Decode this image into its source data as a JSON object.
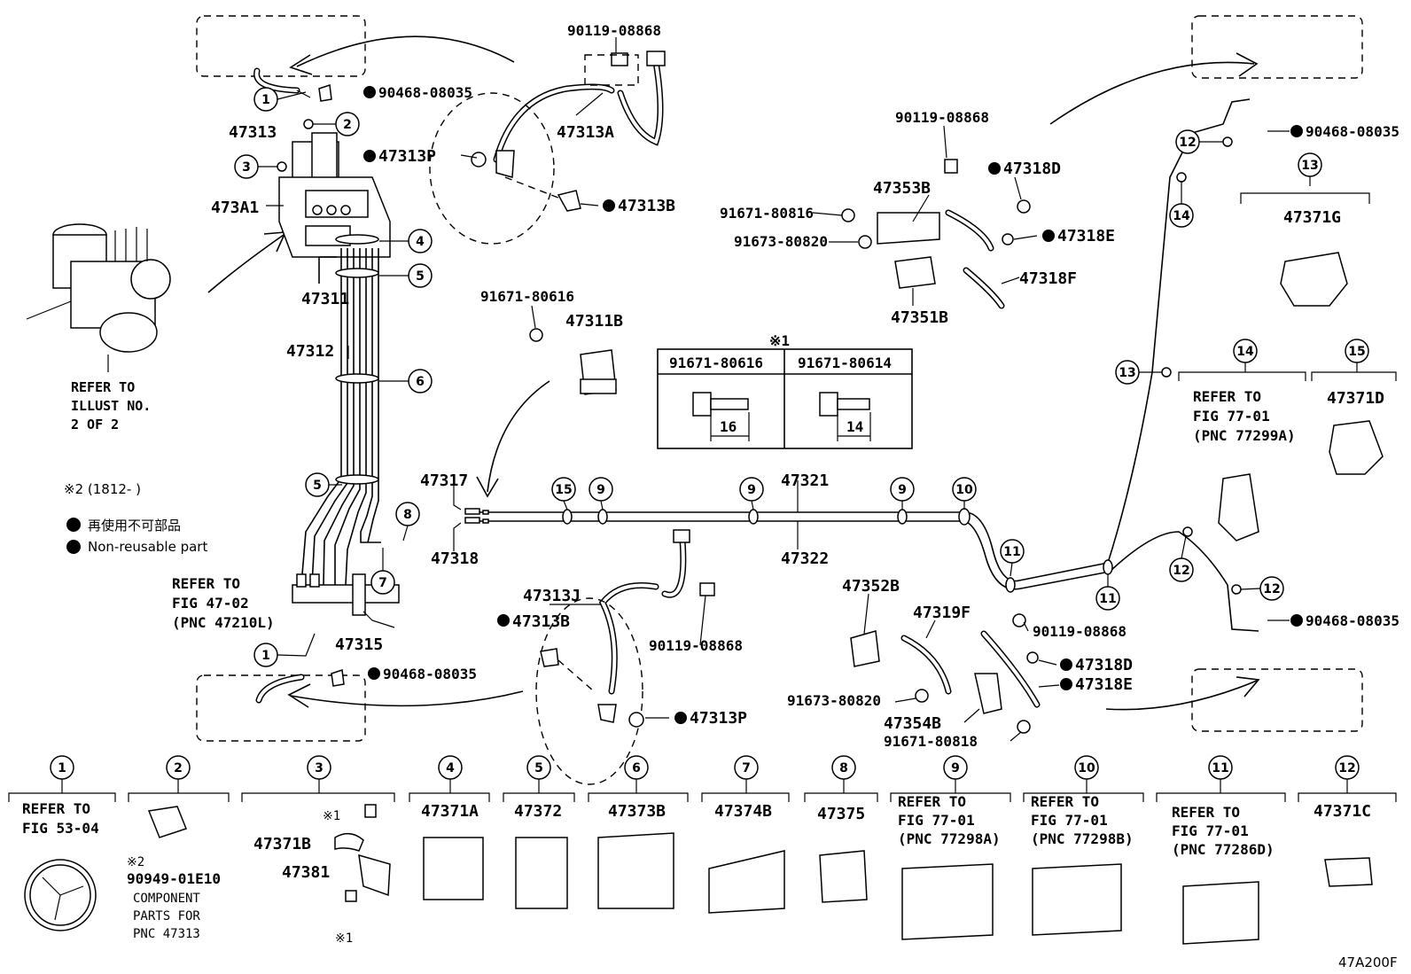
{
  "part_labels": [
    {
      "id": "p1",
      "text": "90119-08868"
    },
    {
      "id": "p2",
      "text": "90468-08035"
    },
    {
      "id": "p3",
      "text": "47313"
    },
    {
      "id": "p4",
      "text": "47313A"
    },
    {
      "id": "p5",
      "text": "47313P"
    },
    {
      "id": "p6",
      "text": "473A1"
    },
    {
      "id": "p7",
      "text": "47313B"
    },
    {
      "id": "p8",
      "text": "47311"
    },
    {
      "id": "p9",
      "text": "47312"
    },
    {
      "id": "p10",
      "text": "91671-80616"
    },
    {
      "id": "p11",
      "text": "47311B"
    },
    {
      "id": "p12",
      "text": "47317"
    },
    {
      "id": "p13",
      "text": "47318"
    },
    {
      "id": "p14",
      "text": "47321"
    },
    {
      "id": "p15",
      "text": "47322"
    },
    {
      "id": "p16",
      "text": "47315"
    },
    {
      "id": "p17",
      "text": "47313J"
    },
    {
      "id": "p18",
      "text": "47313B"
    },
    {
      "id": "p19",
      "text": "90119-08868"
    },
    {
      "id": "p20",
      "text": "90468-08035"
    },
    {
      "id": "p21",
      "text": "47313P"
    },
    {
      "id": "p22",
      "text": "90119-08868"
    },
    {
      "id": "p23",
      "text": "47318D"
    },
    {
      "id": "p24",
      "text": "47353B"
    },
    {
      "id": "p25",
      "text": "91671-80816"
    },
    {
      "id": "p26",
      "text": "91673-80820"
    },
    {
      "id": "p27",
      "text": "47318E"
    },
    {
      "id": "p28",
      "text": "47318F"
    },
    {
      "id": "p29",
      "text": "47351B"
    },
    {
      "id": "p30",
      "text": "47352B"
    },
    {
      "id": "p31",
      "text": "47319F"
    },
    {
      "id": "p32",
      "text": "90119-08868"
    },
    {
      "id": "p33",
      "text": "47318D"
    },
    {
      "id": "p34",
      "text": "47318E"
    },
    {
      "id": "p35",
      "text": "91673-80820"
    },
    {
      "id": "p36",
      "text": "47354B"
    },
    {
      "id": "p37",
      "text": "91671-80818"
    },
    {
      "id": "p38",
      "text": "90468-08035"
    },
    {
      "id": "p39",
      "text": "90468-08035"
    },
    {
      "id": "p40",
      "text": "47371G"
    },
    {
      "id": "p41",
      "text": "47371D"
    }
  ],
  "reference_notes": {
    "illust": [
      "REFER TO",
      "ILLUST NO.",
      "2 OF 2"
    ],
    "fig47": [
      "REFER TO",
      "FIG 47-02",
      "(PNC 47210L)"
    ],
    "fig77_a": [
      "REFER TO",
      "FIG 77-01",
      "(PNC 77299A)"
    ]
  },
  "legend": {
    "note2": "※2 (1812-     )",
    "nonreusable_jp": "再使用不可部品",
    "nonreusable_en": "Non-reusable part"
  },
  "bolt_table": {
    "mark": "※1",
    "headers": [
      "91671-80616",
      "91671-80614"
    ],
    "lengths": [
      "16",
      "14"
    ]
  },
  "callout_numbers": [
    "1",
    "2",
    "3",
    "4",
    "5",
    "6",
    "7",
    "8",
    "9",
    "10",
    "11",
    "12",
    "13",
    "14",
    "15"
  ],
  "bottom_row": [
    {
      "num": "1",
      "lines": [
        "REFER TO",
        "FIG 53-04"
      ]
    },
    {
      "num": "2",
      "lines": [
        "90949-01E10"
      ],
      "note": "※2",
      "sub": [
        "COMPONENT",
        "PARTS FOR",
        "PNC 47313"
      ]
    },
    {
      "num": "3",
      "lines": [
        "47371B",
        "47381"
      ],
      "mark": "※1"
    },
    {
      "num": "4",
      "lines": [
        "47371A"
      ]
    },
    {
      "num": "5",
      "lines": [
        "47372"
      ]
    },
    {
      "num": "6",
      "lines": [
        "47373B"
      ]
    },
    {
      "num": "7",
      "lines": [
        "47374B"
      ]
    },
    {
      "num": "8",
      "lines": [
        "47375"
      ]
    },
    {
      "num": "9",
      "lines": [
        "REFER TO",
        "FIG 77-01",
        "(PNC 77298A)"
      ]
    },
    {
      "num": "10",
      "lines": [
        "REFER TO",
        "FIG 77-01",
        "(PNC 77298B)"
      ]
    },
    {
      "num": "11",
      "lines": [
        "REFER TO",
        "FIG 77-01",
        "(PNC 77286D)"
      ]
    },
    {
      "num": "12",
      "lines": [
        "47371C"
      ]
    }
  ],
  "figure_code": "47A200F"
}
